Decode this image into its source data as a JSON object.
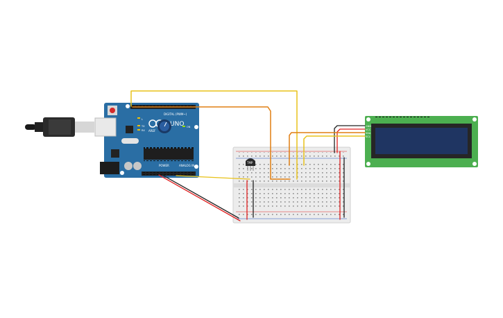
{
  "canvas": {
    "background": "#ffffff"
  },
  "arduino": {
    "brand_text": "UNO",
    "digital_label": "DIGITAL (PWM~)",
    "power_label": "POWER",
    "analog_label": "ANALOG IN",
    "aref_text": "AREF",
    "tx_text": "TX",
    "rx_text": "RX",
    "on_text": "ON",
    "l_text": "L",
    "board_color": "#2a6ea4"
  },
  "sensor": {
    "label": "TMP"
  },
  "lcd": {
    "pin_labels": [
      "GND",
      "VCC",
      "SDA",
      "SCL"
    ],
    "board_color": "#4caf50",
    "screen_color": "#1f3562"
  },
  "wires": {
    "yellow": "#e8c21a",
    "orange": "#e07f12",
    "red": "#e02020",
    "black": "#222222"
  }
}
